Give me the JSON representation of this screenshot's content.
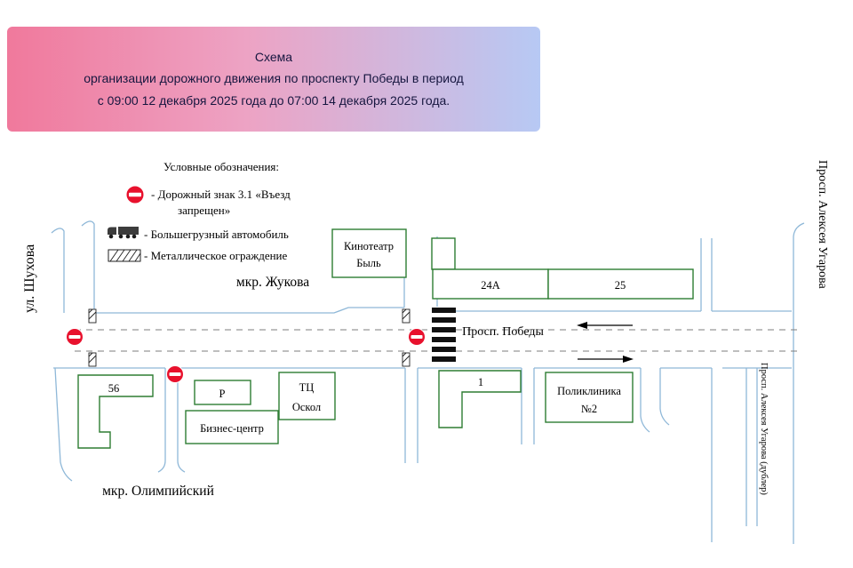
{
  "header": {
    "line1": "Схема",
    "line2": "организации дорожного движения по проспекту Победы в период",
    "line3": "с 09:00 12 декабря 2025 года до 07:00 14 декабря 2025 года."
  },
  "legend": {
    "title": "Условные обозначения:",
    "no_entry_line1": "- Дорожный знак 3.1 «Въезд",
    "no_entry_line2": "запрещен»",
    "truck": "- Большегрузный автомобиль",
    "fence": "- Металлическое ограждение"
  },
  "streets": {
    "shukhova": "ул. Шухова",
    "zhukova": "мкр. Жукова",
    "olimpiysky": "мкр. Олимпийский",
    "pobedy": "Просп. Победы",
    "ugarova": "Просп. Алексея Угарова",
    "ugarova_dubler": "Просп. Алексея Угарова (дублер)"
  },
  "buildings": {
    "cinema_line1": "Кинотеатр",
    "cinema_line2": "Быль",
    "b24a": "24А",
    "b25": "25",
    "b56": "56",
    "parking": "Р",
    "mall_line1": "ТЦ",
    "mall_line2": "Оскол",
    "business_center": "Бизнес-центр",
    "b1": "1",
    "clinic_line1": "Поликлиника",
    "clinic_line2": "№2"
  },
  "colors": {
    "banner_gradient_left": "#f0799c",
    "banner_gradient_right": "#b7c9f4",
    "road_line": "#8fb8d8",
    "lane_dash": "#7d7d7d",
    "building_outline": "#2e7d32",
    "sign_red": "#e8112d"
  }
}
